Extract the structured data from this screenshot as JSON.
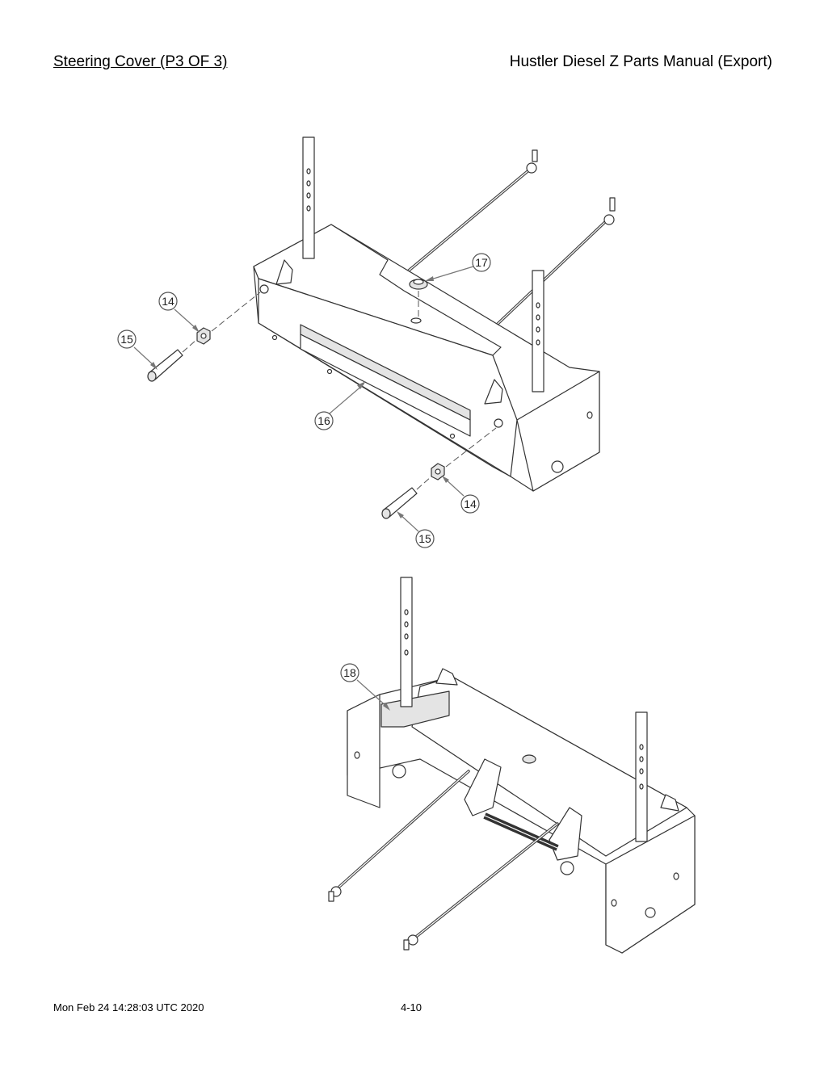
{
  "header": {
    "section_title": "Steering Cover (P3 OF 3)",
    "manual_title": "Hustler Diesel Z Parts Manual (Export)"
  },
  "footer": {
    "timestamp": "Mon Feb 24 14:28:03 UTC 2020",
    "page_number": "4-10"
  },
  "callouts": {
    "c14a": "14",
    "c15a": "15",
    "c16": "16",
    "c17": "17",
    "c14b": "14",
    "c15b": "15",
    "c18": "18"
  }
}
